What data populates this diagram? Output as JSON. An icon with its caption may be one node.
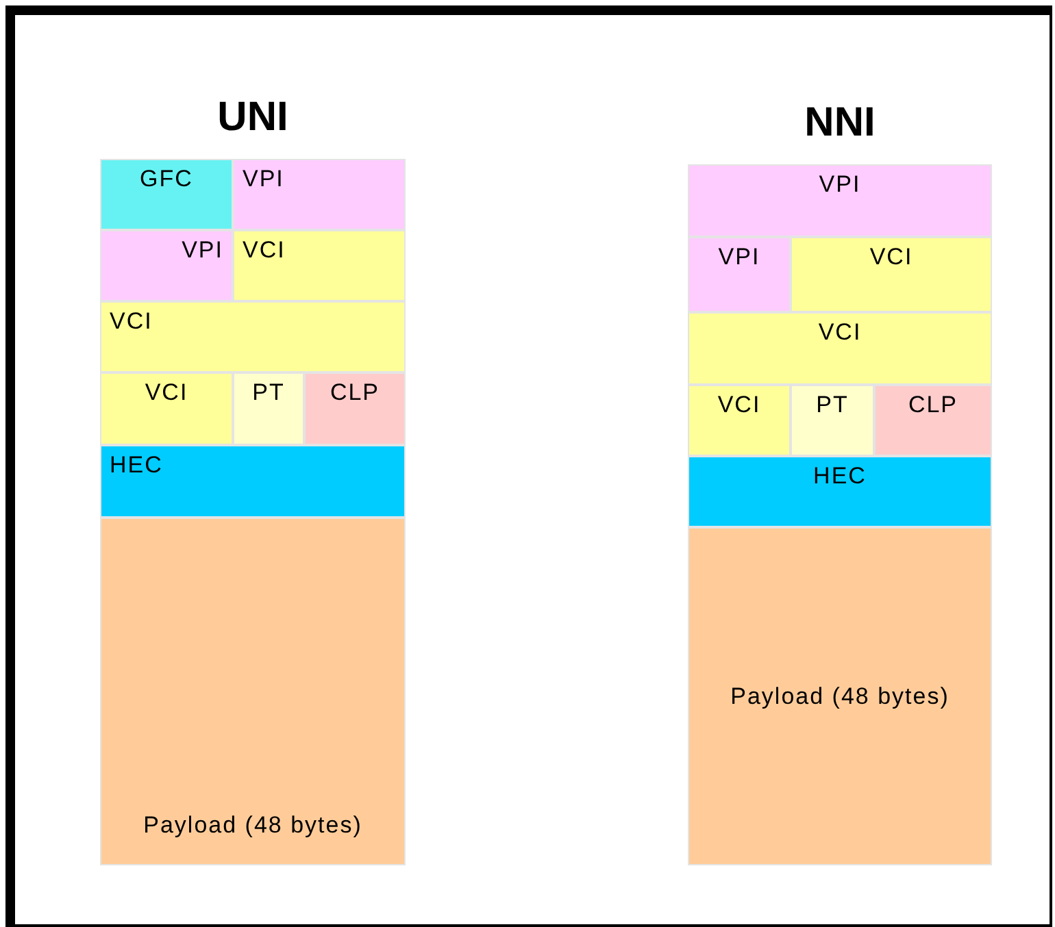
{
  "diagram": {
    "nodes": [
      {
        "text": [
          "UNI"
        ]
      },
      {
        "text": [
          "GFC"
        ],
        "in": 0
      },
      {
        "text": [
          "VPI"
        ],
        "in": 0
      },
      {
        "text": [
          "VPI"
        ],
        "in": 0
      },
      {
        "text": [
          "VCI"
        ],
        "in": 0
      },
      {
        "text": [
          "VCI"
        ],
        "in": 0
      },
      {
        "text": [
          "VCI"
        ],
        "in": 0
      },
      {
        "text": [
          "PT"
        ],
        "in": 0
      },
      {
        "text": [
          "CLP"
        ],
        "in": 0
      },
      {
        "text": [
          "HEC"
        ],
        "in": 0
      },
      {
        "text": [
          "Payload (48 bytes)"
        ],
        "in": 0
      },
      {
        "text": [
          "NNI"
        ]
      },
      {
        "text": [
          "VPI"
        ],
        "in": 11
      },
      {
        "text": [
          "VPI"
        ],
        "in": 11
      },
      {
        "text": [
          "VCI"
        ],
        "in": 11
      },
      {
        "text": [
          "VCI"
        ],
        "in": 11
      },
      {
        "text": [
          "VCI"
        ],
        "in": 11
      },
      {
        "text": [
          "PT"
        ],
        "in": 11
      },
      {
        "text": [
          "CLP"
        ],
        "in": 11
      },
      {
        "text": [
          "HEC"
        ],
        "in": 11
      },
      {
        "text": [
          "Payload (48 bytes)"
        ],
        "in": 11
      }
    ]
  }
}
